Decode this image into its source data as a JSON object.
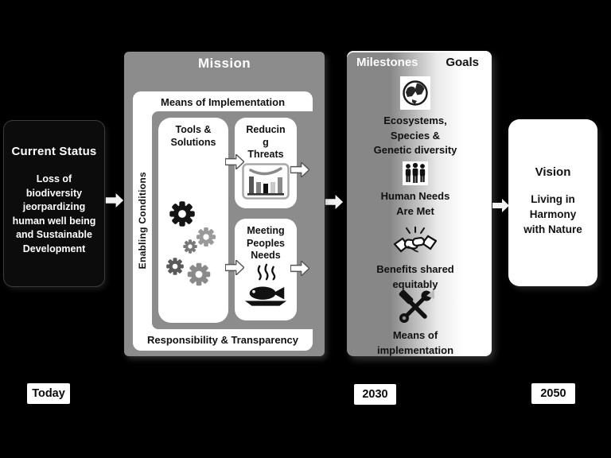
{
  "current_status": {
    "title": "Current Status",
    "lines": [
      "Loss of",
      "biodiversity",
      "jeorpardizing",
      "human well being",
      "and Sustainable",
      "Development"
    ]
  },
  "mission": {
    "title": "Mission",
    "top_bar": "Means of Implementation",
    "left_bar": "Enabling Conditions",
    "bottom_bar": "Responsibility & Transparency",
    "tools_box": {
      "lines": [
        "Tools &",
        "Solutions"
      ],
      "icon": "gears"
    },
    "reducing_box": {
      "label": "Reducing Threats",
      "lines": [
        "Reducin",
        "g",
        "Threats"
      ],
      "icon": "declining-bar-chart"
    },
    "meeting_box": {
      "lines": [
        "Meeting",
        "Peoples",
        "Needs"
      ],
      "icon": "cooked-fish"
    }
  },
  "milestones_goals": {
    "header_left": "Milestones",
    "header_right": "Goals",
    "items": [
      {
        "icon": "globe",
        "lines": [
          "Ecosystems,",
          "Species &",
          "Genetic diversity"
        ]
      },
      {
        "icon": "people",
        "lines": [
          "Human Needs",
          "Are Met"
        ]
      },
      {
        "icon": "handshake",
        "lines": [
          "Benefits shared",
          "equitably"
        ]
      },
      {
        "icon": "hammer-wrench",
        "lines": [
          "Means of",
          "implementation"
        ]
      }
    ]
  },
  "vision": {
    "title": "Vision",
    "lines": [
      "Living in",
      "Harmony",
      "with Nature"
    ]
  },
  "timeline": {
    "today": "Today",
    "y2030": "2030",
    "y2050": "2050"
  },
  "colors": {
    "background": "#000000",
    "mission_gray": "#8c8c8c",
    "gradient_start": "#878787",
    "gradient_end": "#ffffff",
    "panel_white": "#ffffff",
    "text_dark": "#111111",
    "text_white": "#ffffff"
  }
}
